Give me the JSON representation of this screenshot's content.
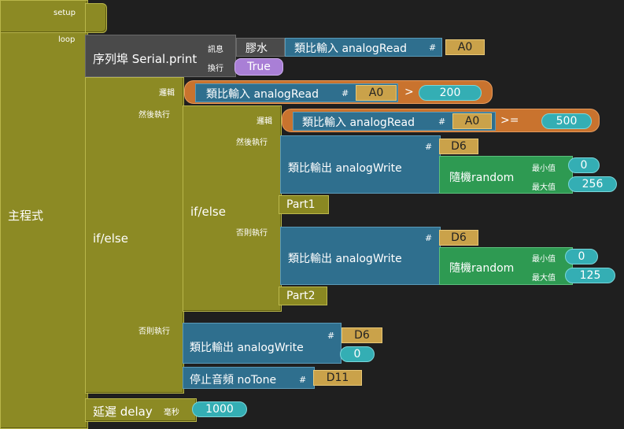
{
  "main": {
    "label": "主程式",
    "setup": "setup",
    "loop": "loop"
  },
  "serial": {
    "label": "序列埠 Serial.print",
    "msg_label": "訊息",
    "newline_label": "換行",
    "glue": "膠水",
    "read_label": "類比輸入 analogRead",
    "pin": "A0",
    "newline_value": "True"
  },
  "outer_if": {
    "label": "if/else",
    "cond_label": "邏輯",
    "then_label": "然後執行",
    "else_label": "否則執行",
    "read_label": "類比輸入 analogRead",
    "pin": "A0",
    "op": ">",
    "value": "200"
  },
  "inner_if": {
    "label": "if/else",
    "cond_label": "邏輯",
    "then_label": "然後執行",
    "else_label": "否則執行",
    "read_label": "類比輸入 analogRead",
    "pin": "A0",
    "op": ">=",
    "value": "500"
  },
  "part1": {
    "write_label": "類比輸出 analogWrite",
    "pin": "D6",
    "random_label": "隨機random",
    "min_label": "最小值",
    "max_label": "最大值",
    "min": "0",
    "max": "256",
    "part": "Part1"
  },
  "part2": {
    "write_label": "類比輸出 analogWrite",
    "pin": "D6",
    "random_label": "隨機random",
    "min_label": "最小值",
    "max_label": "最大值",
    "min": "0",
    "max": "125",
    "part": "Part2"
  },
  "else_write": {
    "write_label": "類比輸出 analogWrite",
    "pin": "D6",
    "value": "0"
  },
  "notone": {
    "label": "停止音頻 noTone",
    "pin": "D11"
  },
  "delay": {
    "label": "延遲 delay",
    "unit": "毫秒",
    "value": "1000"
  },
  "symbols": {
    "hash": "#"
  }
}
